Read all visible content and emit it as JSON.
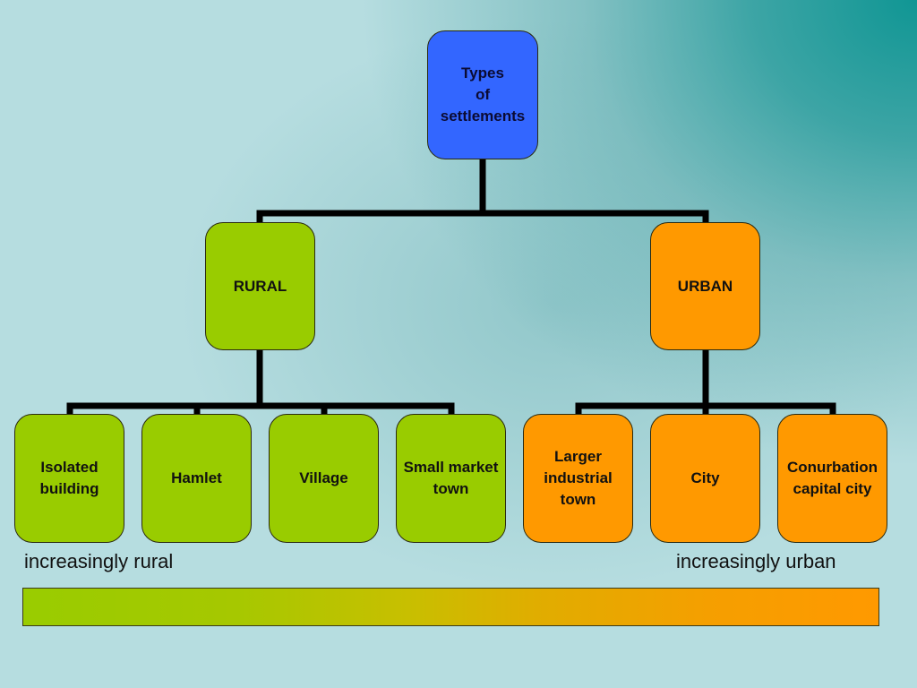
{
  "diagram": {
    "type": "hierarchy-tree",
    "root": {
      "id": "types",
      "label": "Types\nof\nsettlements",
      "color": "#3366ff"
    },
    "categories": [
      {
        "id": "rural",
        "label": "RURAL",
        "color": "#99cc00",
        "children": [
          {
            "id": "isolated",
            "label": "Isolated\nbuilding"
          },
          {
            "id": "hamlet",
            "label": "Hamlet"
          },
          {
            "id": "village",
            "label": "Village"
          },
          {
            "id": "market",
            "label": "Small market\ntown"
          }
        ]
      },
      {
        "id": "urban",
        "label": "URBAN",
        "color": "#ff9900",
        "children": [
          {
            "id": "larger",
            "label": "Larger\nindustrial\ntown"
          },
          {
            "id": "city",
            "label": "City"
          },
          {
            "id": "conurb",
            "label": "Conurbation\ncapital city"
          }
        ]
      }
    ]
  },
  "scale": {
    "left_label": "increasingly rural",
    "right_label": "increasingly urban",
    "gradient_from": "#99cc00",
    "gradient_to": "#ff9900"
  },
  "colors": {
    "connector": "#000000",
    "background_light": "#b6dde0",
    "background_accent": "#109694"
  }
}
